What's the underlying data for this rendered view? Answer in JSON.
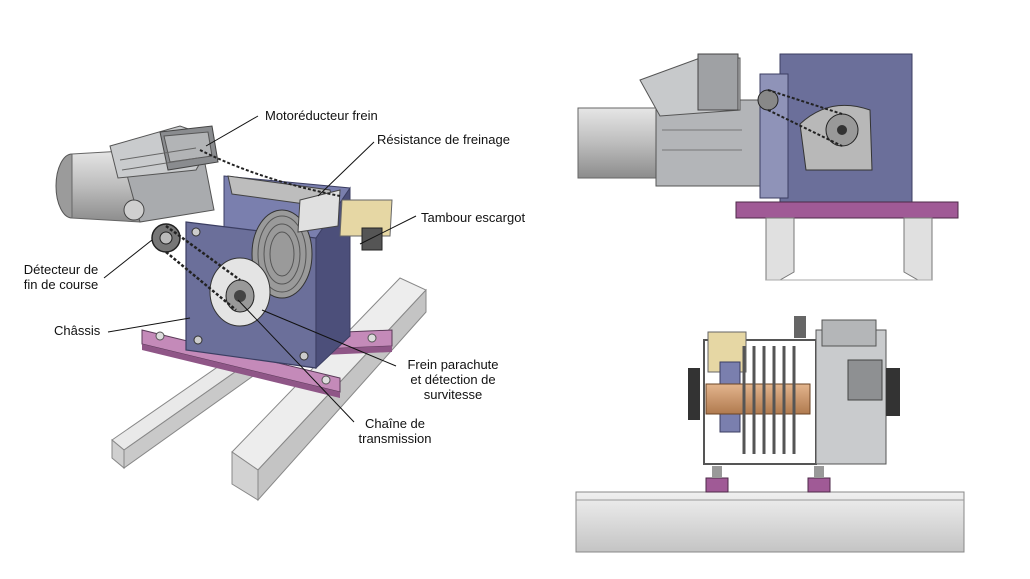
{
  "labels": {
    "motoreducteur": "Motoréducteur frein",
    "resistance": "Résistance de freinage",
    "tambour": "Tambour escargot",
    "detecteur_l1": "Détecteur de",
    "detecteur_l2": "fin de course",
    "chassis": "Châssis",
    "frein_l1": "Frein parachute",
    "frein_l2": "et détection de",
    "frein_l3": "survitesse",
    "chaine_l1": "Chaîne de",
    "chaine_l2": "transmission"
  },
  "colors": {
    "frame": "#6b6f9a",
    "frame_dark": "#4c4f7a",
    "motor_grey": "#b7b9bc",
    "rail": "#d9d9d9",
    "chassis_purple": "#b06aa6",
    "cable": "#c7c7c7"
  },
  "views": [
    "isometric-view",
    "side-view",
    "front-view"
  ]
}
